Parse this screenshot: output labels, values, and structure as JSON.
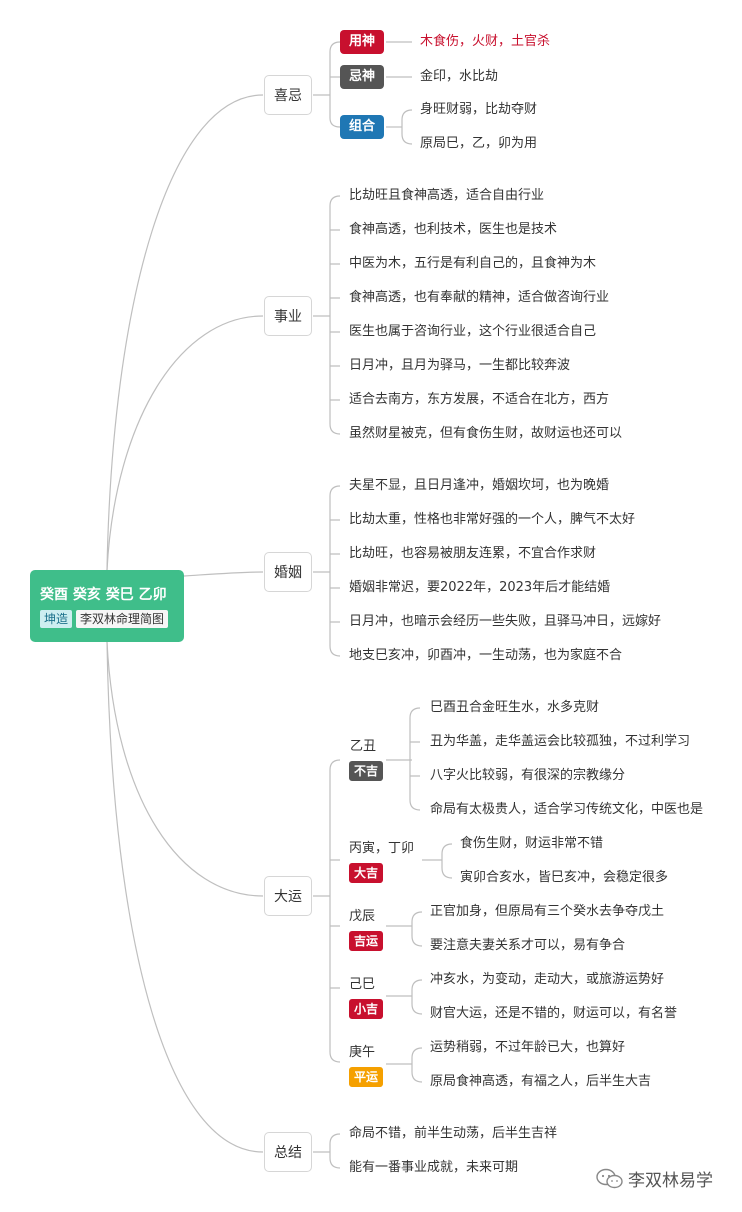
{
  "root": {
    "title": "癸酉 癸亥 癸巳 乙卯",
    "tag_gender": "坤造",
    "tag_author": "李双林命理简图"
  },
  "colors": {
    "root_bg": "#3fbe8a",
    "yong": "#c8102e",
    "ji": "#555555",
    "zuhe": "#1f77b4",
    "buji": "#555555",
    "daji": "#c8102e",
    "jiyun": "#c8102e",
    "xiaoji": "#c8102e",
    "pingyun": "#f5a000"
  },
  "xiji": {
    "label": "喜忌",
    "yong_label": "用神",
    "yong_value": "木食伤，火财，土官杀",
    "ji_label": "忌神",
    "ji_value": "金印，水比劫",
    "zuhe_label": "组合",
    "zuhe_items": [
      "身旺财弱，比劫夺财",
      "原局巳，乙，卯为用"
    ]
  },
  "career": {
    "label": "事业",
    "items": [
      "比劫旺且食神高透，适合自由行业",
      "食神高透，也利技术，医生也是技术",
      "中医为木，五行是有利自己的，且食神为木",
      "食神高透，也有奉献的精神，适合做咨询行业",
      "医生也属于咨询行业，这个行业很适合自己",
      "日月冲，且月为驿马，一生都比较奔波",
      "适合去南方，东方发展，不适合在北方，西方",
      "虽然财星被克，但有食伤生财，故财运也还可以"
    ]
  },
  "marriage": {
    "label": "婚姻",
    "items": [
      "夫星不显，且日月逢冲，婚姻坎坷，也为晚婚",
      "比劫太重，性格也非常好强的一个人，脾气不太好",
      "比劫旺，也容易被朋友连累，不宜合作求财",
      "婚姻非常迟，要2022年，2023年后才能结婚",
      "日月冲，也暗示会经历一些失败，且驿马冲日，远嫁好",
      "地支巳亥冲，卯酉冲，一生动荡，也为家庭不合"
    ]
  },
  "luck": {
    "label": "大运",
    "periods": [
      {
        "name": "乙丑",
        "badge": "不吉",
        "items": [
          "巳酉丑合金旺生水，水多克财",
          "丑为华盖，走华盖运会比较孤独，不过利学习",
          "八字火比较弱，有很深的宗教缘分",
          "命局有太极贵人，适合学习传统文化，中医也是"
        ]
      },
      {
        "name": "丙寅，丁卯",
        "badge": "大吉",
        "items": [
          "食伤生财，财运非常不错",
          "寅卯合亥水，皆巳亥冲，会稳定很多"
        ]
      },
      {
        "name": "戊辰",
        "badge": "吉运",
        "items": [
          "正官加身，但原局有三个癸水去争夺戊土",
          "要注意夫妻关系才可以，易有争合"
        ]
      },
      {
        "name": "己巳",
        "badge": "小吉",
        "items": [
          "冲亥水，为变动，走动大，或旅游运势好",
          "财官大运，还是不错的，财运可以，有名誉"
        ]
      },
      {
        "name": "庚午",
        "badge": "平运",
        "items": [
          "运势稍弱，不过年龄已大，也算好",
          "原局食神高透，有福之人，后半生大吉"
        ]
      }
    ]
  },
  "summary": {
    "label": "总结",
    "items": [
      "命局不错，前半生动荡，后半生吉祥",
      "能有一番事业成就，未来可期"
    ]
  },
  "watermark": {
    "text": "李双林易学",
    "icon": "wechat-icon"
  }
}
